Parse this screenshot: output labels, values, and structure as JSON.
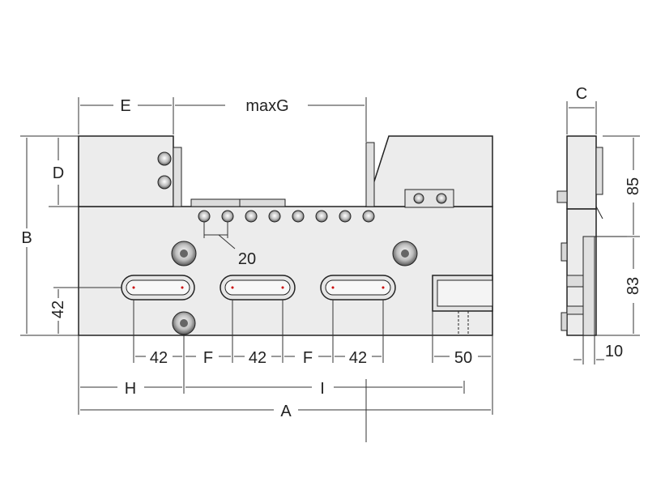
{
  "labels": {
    "E": "E",
    "maxG": "maxG",
    "C": "C",
    "D": "D",
    "B": "B",
    "v42_left": "42",
    "pitch20": "20",
    "h42_1": "42",
    "F1": "F",
    "h42_2": "42",
    "F2": "F",
    "h42_3": "42",
    "h50": "50",
    "H": "H",
    "I": "I",
    "A": "A",
    "v85": "85",
    "v83": "83",
    "h10": "10"
  }
}
